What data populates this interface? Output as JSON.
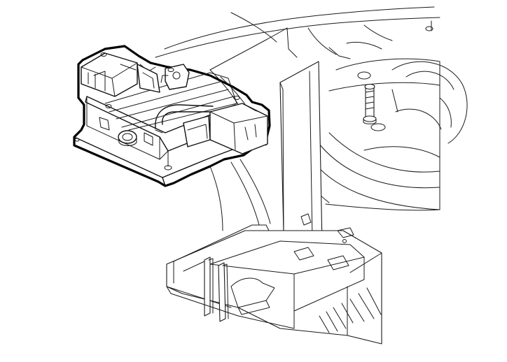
{
  "figure": {
    "background": "#ffffff",
    "line_color": "#000000",
    "highlighted_component": "control-module",
    "parts": [
      {
        "name": "control-module",
        "style": "heavy outline"
      },
      {
        "name": "wiring-connector-left"
      },
      {
        "name": "wiring-connector-right"
      },
      {
        "name": "mounting-bracket"
      },
      {
        "name": "mounting-stud"
      },
      {
        "name": "background-assembly"
      }
    ]
  }
}
